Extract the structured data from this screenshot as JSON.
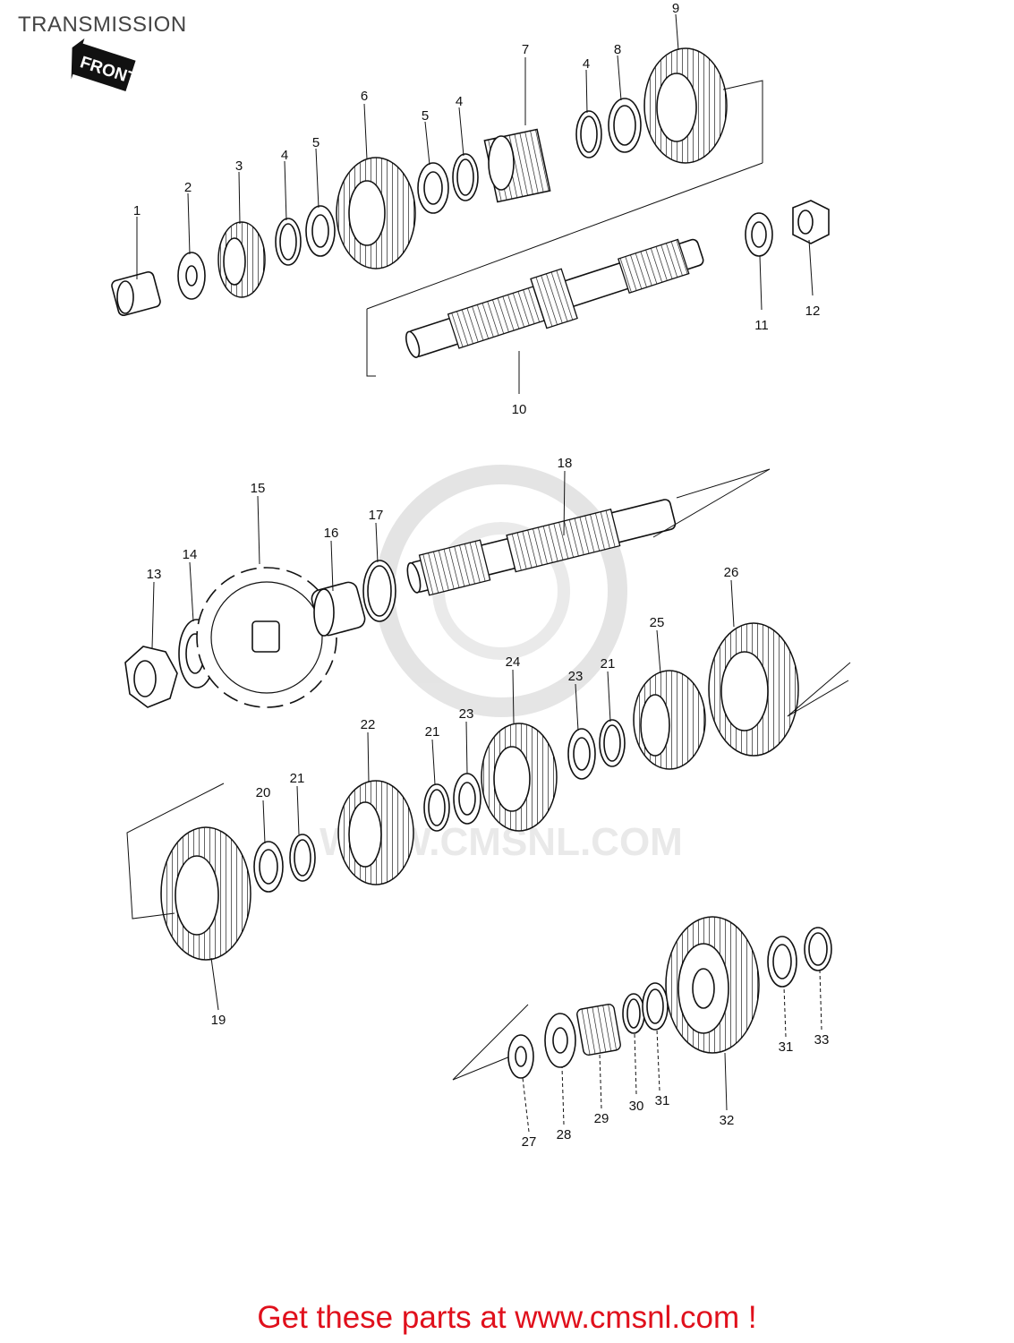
{
  "title": "TRANSMISSION",
  "front_label": "FRONT",
  "watermark": "WWW.CMSNL.COM",
  "cta": "Get these parts at www.cmsnl.com !",
  "callouts": [
    "1",
    "2",
    "3",
    "4",
    "5",
    "6",
    "5",
    "4",
    "7",
    "4",
    "8",
    "9",
    "10",
    "11",
    "12",
    "13",
    "14",
    "15",
    "16",
    "17",
    "18",
    "26",
    "25",
    "24",
    "23",
    "21",
    "22",
    "21",
    "23",
    "20",
    "21",
    "19",
    "27",
    "28",
    "29",
    "30",
    "31",
    "32",
    "31",
    "33"
  ]
}
